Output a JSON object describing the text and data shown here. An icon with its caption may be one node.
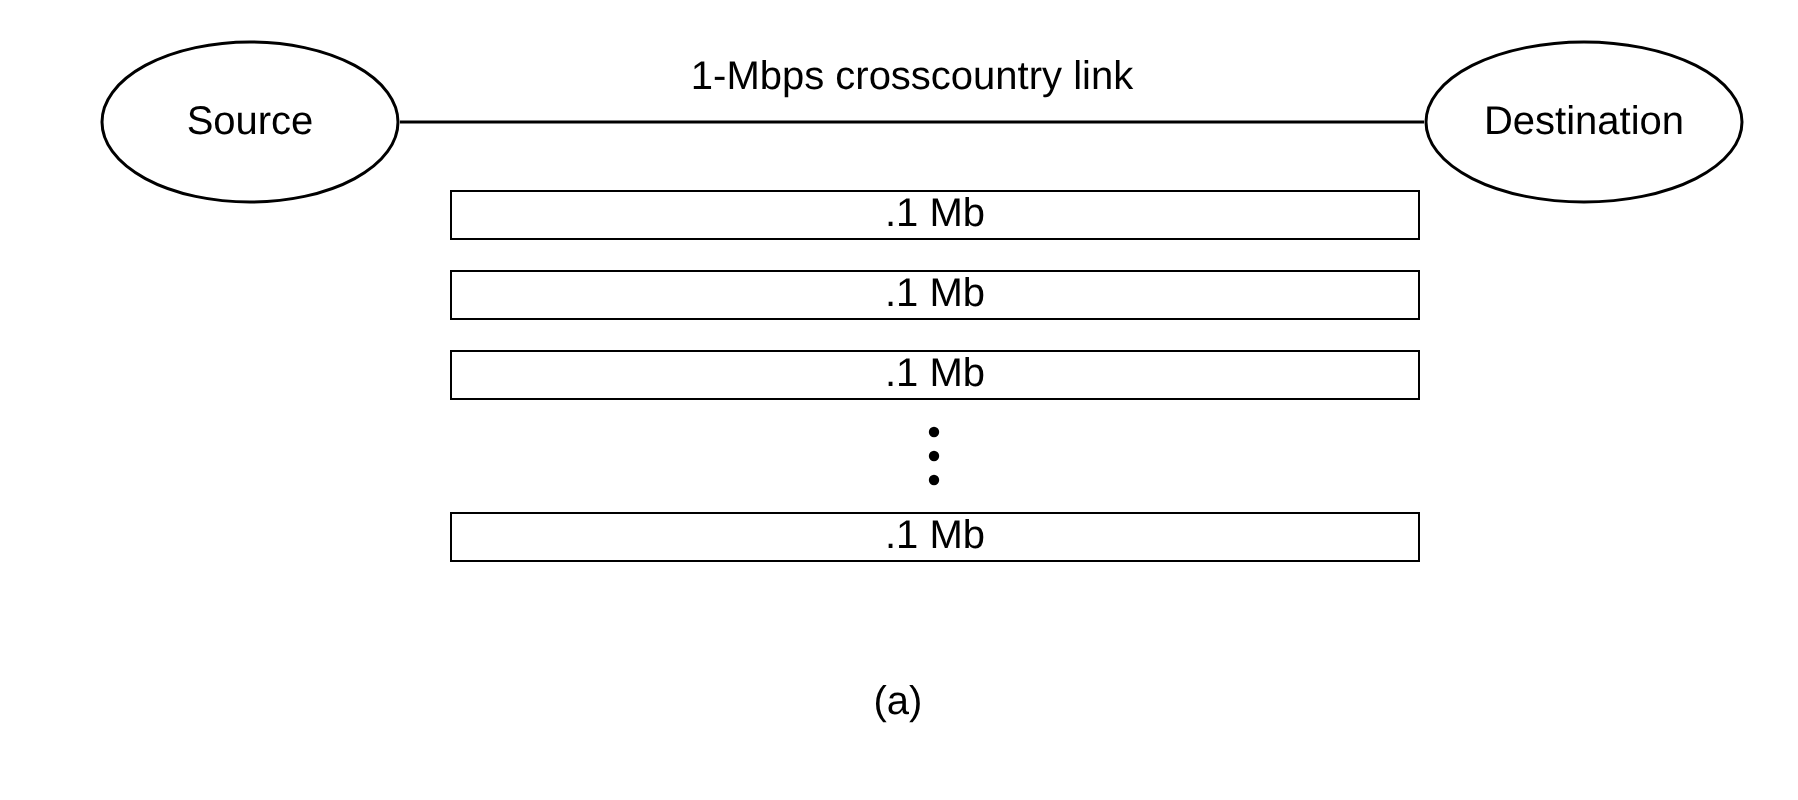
{
  "diagram": {
    "nodes": [
      {
        "text": [
          "Source"
        ]
      },
      {
        "text": [
          "Destination"
        ]
      },
      {
        "text": [
          ".1 Mb"
        ]
      },
      {
        "text": [
          ".1 Mb"
        ]
      },
      {
        "text": [
          ".1 Mb"
        ]
      },
      {
        "text": [
          ".1 Mb"
        ]
      }
    ],
    "edges": [
      {
        "from": 0,
        "to": 1,
        "arrow": "none",
        "label": "1-Mbps crosscountry link"
      }
    ],
    "caption": "(a)"
  }
}
